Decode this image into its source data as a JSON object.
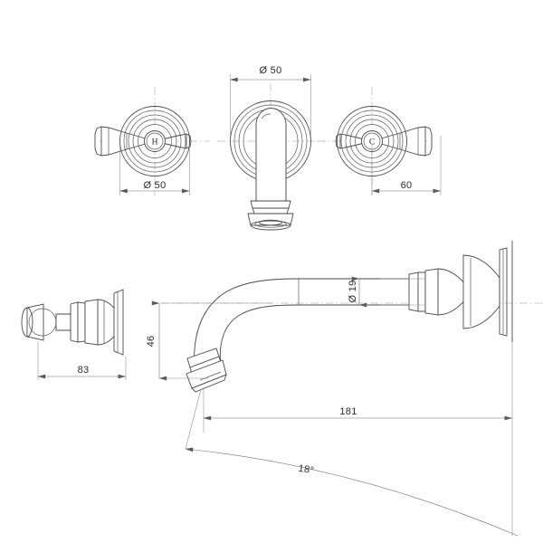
{
  "drawing": {
    "type": "technical-line-drawing",
    "subject": "wall-mounted basin tap set (two handles and spout)",
    "background_color": "#ffffff",
    "line_color": "#4a4a4a",
    "dimension_line_color": "#6e6e6e",
    "text_color": "#2a2a2a",
    "views": {
      "front": "top row: hot handle, spout flange, cold handle",
      "side": "bottom row: handle side profile and spout side profile"
    }
  },
  "labels": {
    "hot_handle_mark": "H",
    "cold_handle_mark": "C"
  },
  "dimensions": {
    "spout_flange_diameter": "Ø 50",
    "handle_flange_diameter": "Ø 50",
    "handle_lever_length": "60",
    "spout_tube_diameter": "Ø 19",
    "spout_outlet_height": "46",
    "handle_projection": "83",
    "spout_projection": "181",
    "outlet_angle": "18°"
  },
  "symbols": {
    "diameter_symbol": "Ø",
    "degree_symbol": "°"
  }
}
